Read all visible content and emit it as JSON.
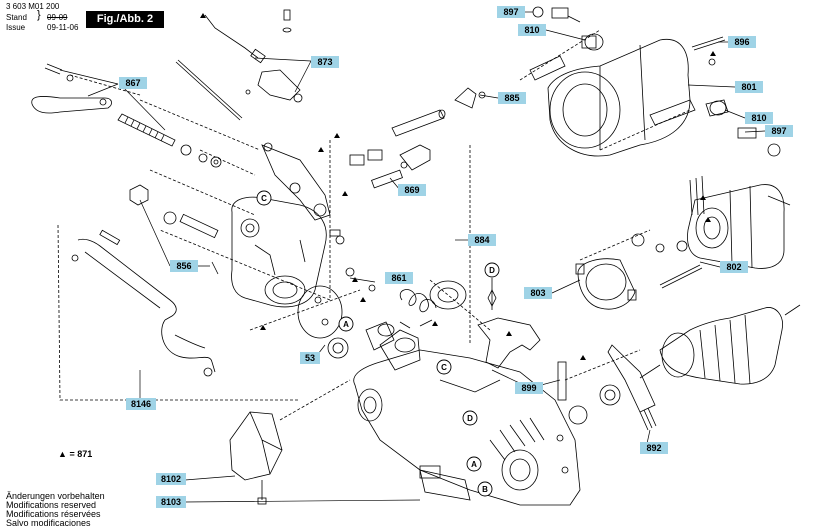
{
  "header": {
    "doc_number": "3 603 M01 200",
    "stand_label": "Stand",
    "stand_value": "09-09",
    "issue_label": "Issue",
    "issue_value": "09-11-06",
    "figure_label": "Fig./Abb. 2"
  },
  "legend": {
    "marker": "▲",
    "text": "= 871"
  },
  "footer": {
    "lines": [
      "Änderungen vorbehalten",
      "Modifications reserved",
      "Modifications réservées",
      "Salvo modificaciones"
    ]
  },
  "part_labels": {
    "p867": "867",
    "p873": "873",
    "p856": "856",
    "p861": "861",
    "p869": "869",
    "p884": "884",
    "p885": "885",
    "p53": "53",
    "p8146": "8146",
    "p8102": "8102",
    "p8103": "8103",
    "p899": "899",
    "p803": "803",
    "p802": "802",
    "p801": "801",
    "p896": "896",
    "p897a": "897",
    "p810a": "810",
    "p810b": "810",
    "p897b": "897",
    "p892": "892"
  },
  "callouts": {
    "c1": "C",
    "c2": "C",
    "a1": "A",
    "a2": "A",
    "b1": "B",
    "d1": "D",
    "d2": "D"
  },
  "colors": {
    "label_fill": "#9fd3e6",
    "line": "#000000"
  }
}
